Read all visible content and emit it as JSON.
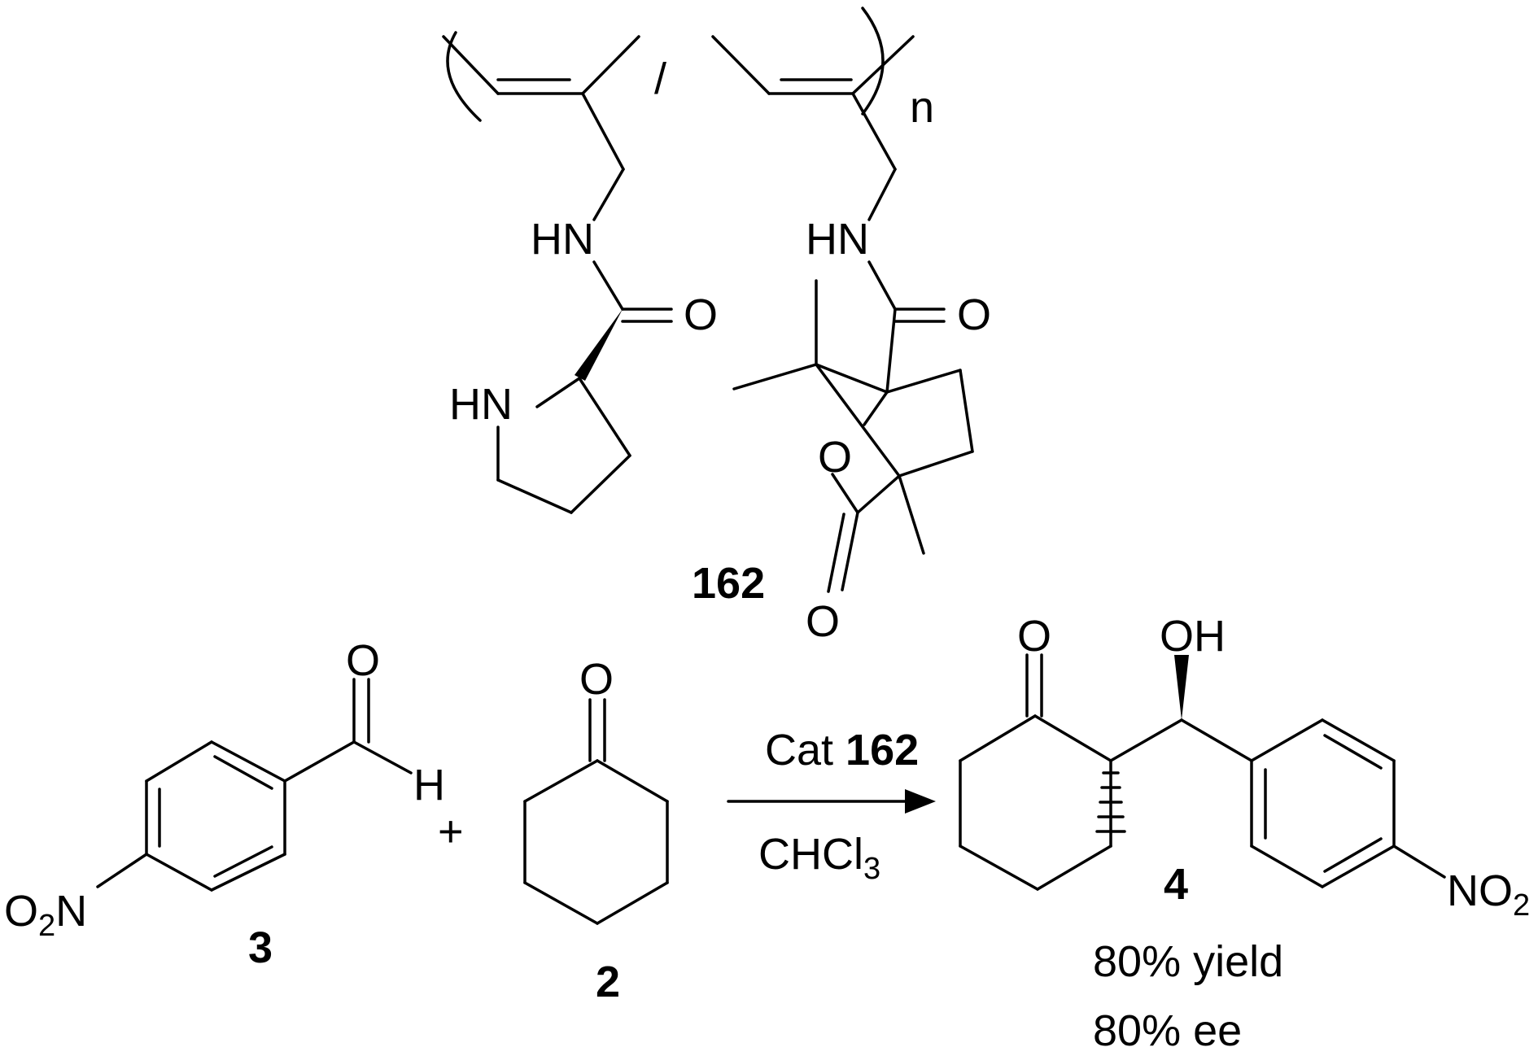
{
  "catalyst": {
    "repeat_index": "n",
    "separator": "/",
    "atom_labels": {
      "nh": "HN",
      "carbonyl_o": "O",
      "ring_o": "O"
    },
    "label": "162"
  },
  "reactant_3": {
    "oxygen": "O",
    "hydrogen": "H",
    "nitro_o": "O",
    "nitro_sub": "2",
    "nitro_n": "N",
    "label": "3"
  },
  "plus_sign": "+",
  "reactant_2": {
    "oxygen": "O",
    "label": "2"
  },
  "conditions": {
    "above_prefix": "Cat ",
    "above_bold": "162",
    "below_text": "CHCl",
    "below_sub": "3"
  },
  "product_4": {
    "ketone_o": "O",
    "hydroxyl": "OH",
    "nitro_n": "NO",
    "nitro_sub": "2",
    "label": "4",
    "yield": "80% yield",
    "ee": "80% ee"
  }
}
